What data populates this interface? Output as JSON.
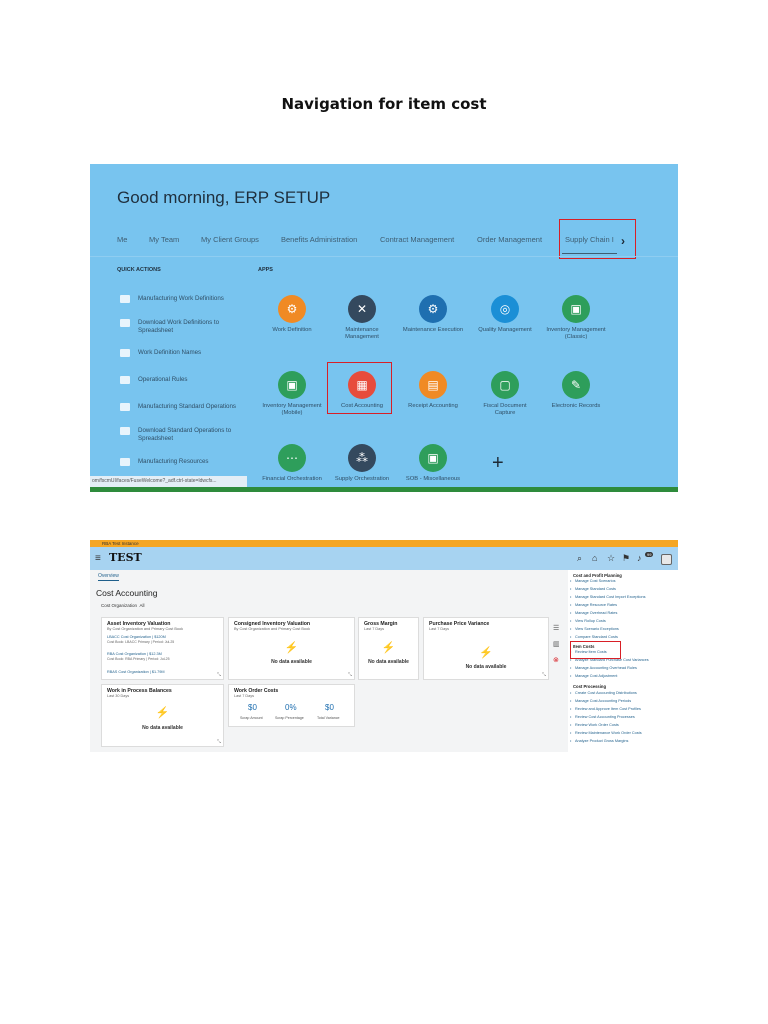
{
  "document": {
    "title": "Navigation for item cost"
  },
  "shot1": {
    "greeting": "Good morning, ERP SETUP",
    "tabs": [
      "Me",
      "My Team",
      "My Client Groups",
      "Benefits Administration",
      "Contract Management",
      "Order Management",
      "Supply Chain I"
    ],
    "tab_chevron": "›",
    "quick_actions_label": "QUICK ACTIONS",
    "apps_label": "APPS",
    "quick_actions": [
      "Manufacturing Work Definitions",
      "Download Work Definitions to Spreadsheet",
      "Work Definition Names",
      "Operational Rules",
      "Manufacturing Standard Operations",
      "Download Standard Operations to Spreadsheet",
      "Manufacturing Resources"
    ],
    "apps": [
      {
        "label": "Work Definition",
        "color": "#f08a24",
        "glyph": "⚙"
      },
      {
        "label": "Maintenance Management",
        "color": "#34495e",
        "glyph": "✕"
      },
      {
        "label": "Maintenance Execution",
        "color": "#1f6fb0",
        "glyph": "⚙"
      },
      {
        "label": "Quality Management",
        "color": "#1b8fd6",
        "glyph": "◎"
      },
      {
        "label": "Inventory Management (Classic)",
        "color": "#2e9e5b",
        "glyph": "▣"
      },
      {
        "label": "Inventory Management (Mobile)",
        "color": "#2e9e5b",
        "glyph": "▣"
      },
      {
        "label": "Cost Accounting",
        "color": "#e74c3c",
        "glyph": "▦"
      },
      {
        "label": "Receipt Accounting",
        "color": "#f08a24",
        "glyph": "▤"
      },
      {
        "label": "Fiscal Document Capture",
        "color": "#2e9e5b",
        "glyph": "▢"
      },
      {
        "label": "Electronic Records",
        "color": "#2e9e5b",
        "glyph": "✎"
      },
      {
        "label": "Financial Orchestration",
        "color": "#2e9e5b",
        "glyph": "⋯"
      },
      {
        "label": "Supply Orchestration",
        "color": "#34495e",
        "glyph": "⁂"
      },
      {
        "label": "SOB - Miscellaneous",
        "color": "#2e9e5b",
        "glyph": "▣"
      }
    ],
    "plus": "+",
    "status_url": "om/fscmUI/faces/FuseWelcome?_adf.ctrl-state=ldwcfs..."
  },
  "shot2": {
    "env_label": "RBA Test Instance",
    "logo": "TEST",
    "notif_count": "99",
    "overview_tab": "Overview",
    "page_title": "Cost Accounting",
    "cost_org_label": "Cost Organization",
    "cost_org_value": "All",
    "cards": {
      "asset": {
        "title": "Asset Inventory Valuation",
        "subtitle": "By Cost Organization and Primary Cost Book",
        "rows": [
          {
            "link": "LBACC Cost Organization | $120M",
            "meta": "Cost Book: LBACC Primary | Period: Jul-25"
          },
          {
            "link": "RBA Cost Organization | $12.3M",
            "meta": "Cost Book: RBA Primary | Period: Jul-25"
          },
          {
            "link": "RBAS Cost Organization | $1.79M",
            "meta": ""
          }
        ]
      },
      "consigned": {
        "title": "Consigned Inventory Valuation",
        "subtitle": "By Cost Organization and Primary Cost Book",
        "empty": "No data available"
      },
      "gross": {
        "title": "Gross Margin",
        "subtitle": "Last 7 Days",
        "empty": "No data available"
      },
      "ppv": {
        "title": "Purchase Price Variance",
        "subtitle": "Last 7 Days",
        "empty": "No data available"
      },
      "wip": {
        "title": "Work in Process Balances",
        "subtitle": "Last 30 Days",
        "empty": "No data available"
      },
      "woc": {
        "title": "Work Order Costs",
        "subtitle": "Last 7 Days",
        "metrics": [
          {
            "value": "$0",
            "label": "Scrap Amount"
          },
          {
            "value": "0%",
            "label": "Scrap Percentage"
          },
          {
            "value": "$0",
            "label": "Total Variance"
          }
        ]
      }
    },
    "right_panel": {
      "cost_profit_planning": {
        "heading": "Cost and Profit Planning",
        "items": [
          "Manage Cost Scenarios",
          "Manage Standard Costs",
          "Manage Standard Cost Import Exceptions",
          "Manage Resource Rates",
          "Manage Overhead Rates",
          "View Rollup Costs",
          "View Scenario Exceptions",
          "Compare Standard Costs"
        ]
      },
      "item_costs": {
        "heading": "Item Costs",
        "items": [
          "Review Item Costs",
          "Analyze Standard Purchase Cost Variances",
          "Manage Accounting Overhead Rules",
          "Manage Cost Adjustment"
        ]
      },
      "cost_processing": {
        "heading": "Cost Processing",
        "items": [
          "Create Cost Accounting Distributions",
          "Manage Cost Accounting Periods",
          "Review and Approve Item Cost Profiles",
          "Review Cost Accounting Processes",
          "Review Work Order Costs",
          "Review Maintenance Work Order Costs",
          "Analyze Product Gross Margins"
        ]
      }
    }
  }
}
